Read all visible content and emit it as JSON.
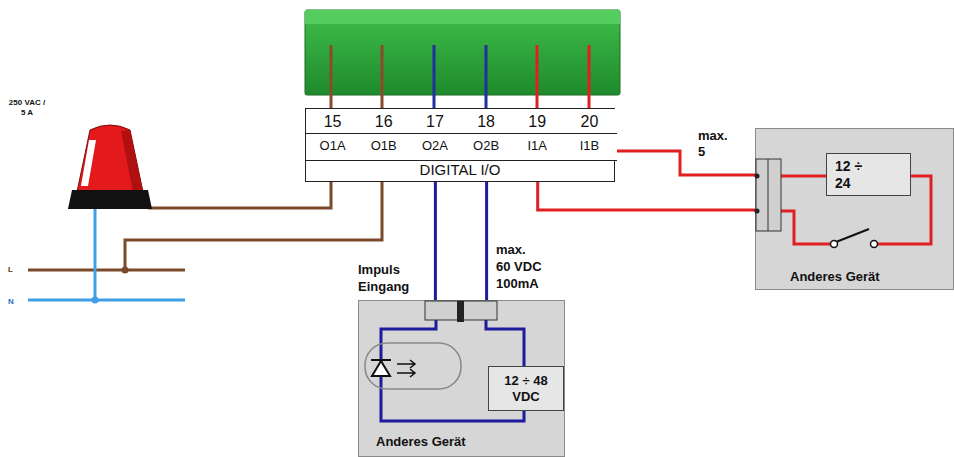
{
  "diagram": {
    "nodes": [
      {
        "text": [
          "DIGITAL I/O"
        ]
      },
      {
        "text": [
          "15",
          "O1A"
        ],
        "in": 0
      },
      {
        "text": [
          "16",
          "O1B"
        ],
        "in": 0
      },
      {
        "text": [
          "17",
          "O2A"
        ],
        "in": 0
      },
      {
        "text": [
          "18",
          "O2B"
        ],
        "in": 0
      },
      {
        "text": [
          "19",
          "I1A"
        ],
        "in": 0
      },
      {
        "text": [
          "20",
          "I1B"
        ],
        "in": 0
      },
      {
        "text": [
          "Anderes Gerät"
        ]
      },
      {
        "text": [
          "12 ÷ 48 VDC"
        ],
        "in": 7
      },
      {
        "text": [
          "Anderes Gerät"
        ]
      },
      {
        "text": [
          "12 ÷ 24"
        ],
        "in": 9
      }
    ],
    "edges": [
      {
        "from": 3,
        "to": 7,
        "arrow": "none"
      },
      {
        "from": 4,
        "to": 7,
        "arrow": "none"
      },
      {
        "from": 5,
        "to": 9,
        "arrow": "none"
      },
      {
        "from": 6,
        "to": 9,
        "arrow": "none"
      }
    ],
    "labels": [
      "250 VAC / 5 A",
      "L",
      "N",
      "max. 5",
      "Impuls Eingang",
      "max. 60 VDC 100mA"
    ]
  }
}
